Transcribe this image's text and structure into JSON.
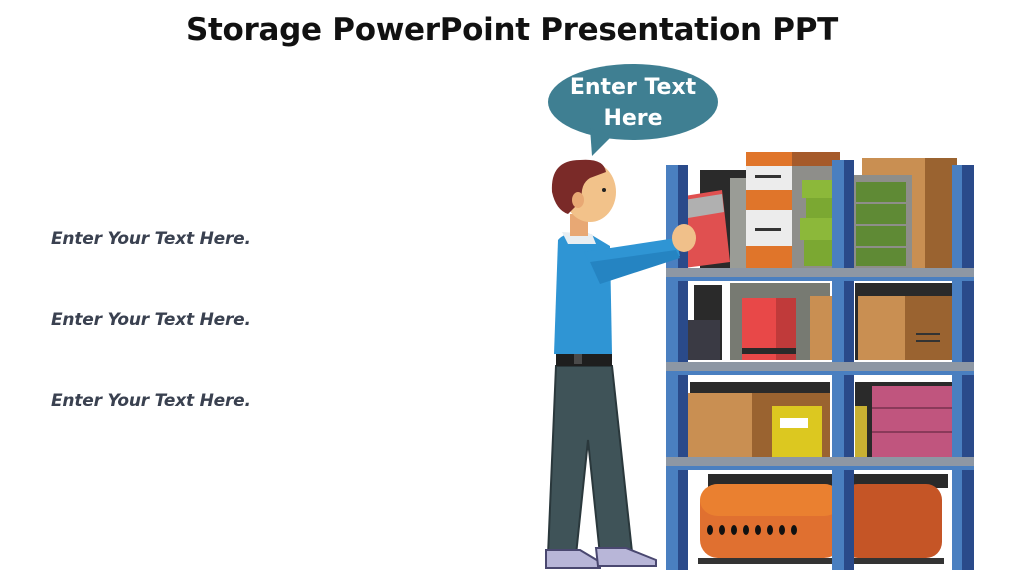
{
  "slide": {
    "title": "Storage PowerPoint Presentation PPT",
    "bullets": [
      {
        "text": "Enter Your Text Here."
      },
      {
        "text": "Enter Your Text Here."
      },
      {
        "text": "Enter Your Text Here."
      }
    ],
    "speech_bubble": {
      "line1": "Enter Text",
      "line2": "Here",
      "color": "#3f7f92"
    },
    "illustration": {
      "subject": "man-placing-binder-on-storage-shelf",
      "shelf_color": "#4a7fc0",
      "shelf_dark_color": "#2a4a8a",
      "shirt_color": "#2f95d4",
      "pants_color": "#3f5358"
    }
  }
}
